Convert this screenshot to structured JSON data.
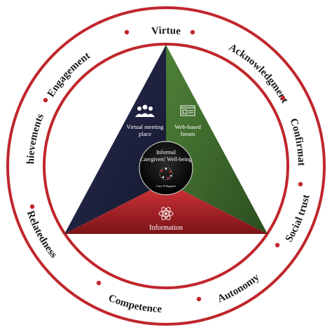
{
  "ring": {
    "keywords": [
      "Virtue",
      "Acknowledgment",
      "Confirmation",
      "Social trust",
      "Autonomy",
      "Competence",
      "Relatedness",
      "Achievements",
      "Engagement"
    ],
    "accent_color": "#c0262b"
  },
  "triangle": {
    "left_segment": {
      "label_line1": "Virtual meeting",
      "label_line2": "place",
      "icon": "people-group-icon",
      "color": "#1f2340"
    },
    "right_segment": {
      "label_line1": "Web-based",
      "label_line2": "forum",
      "icon": "forum-window-icon",
      "color": "#3f6b2e"
    },
    "bottom_segment": {
      "label": "Information",
      "icon": "atom-icon",
      "color": "#b3272d"
    }
  },
  "center": {
    "title_line1": "Informal",
    "title_line2": "Caregivers' Well-being",
    "subtitle": "Care-4-Support",
    "logo_icon": "dotted-circle-logo-icon"
  }
}
